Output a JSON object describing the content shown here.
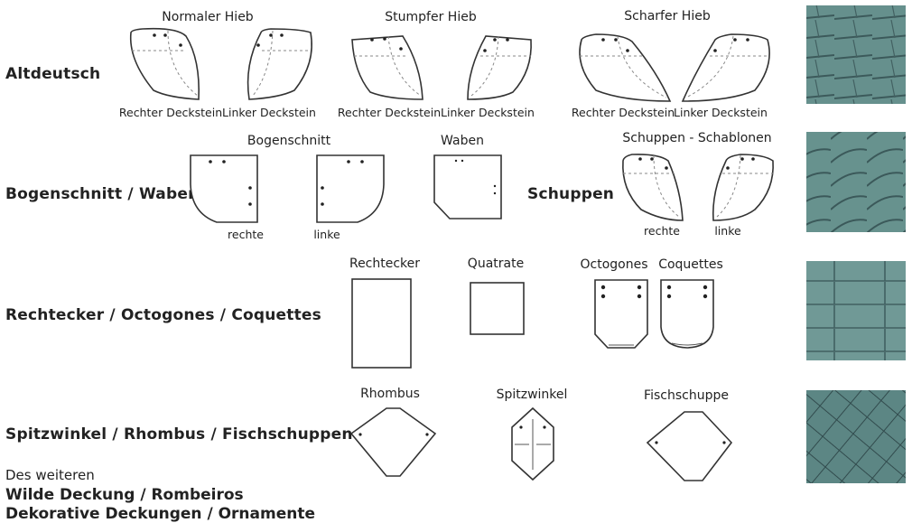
{
  "rows": {
    "altdeutsch": "Altdeutsch",
    "bogen_waben": "Bogenschnitt / Waben",
    "schuppen": "Schuppen",
    "rechtecker": "Rechtecker / Octogones / Coquettes",
    "spitzwinkel": "Spitzwinkel / Rhombus / Fischschuppen"
  },
  "altdeutsch": {
    "normal": {
      "title": "Normaler Hieb",
      "right": "Rechter Deckstein",
      "left": "Linker Deckstein"
    },
    "stumpf": {
      "title": "Stumpfer Hieb",
      "right": "Rechter Deckstein",
      "left": "Linker Deckstein"
    },
    "scharf": {
      "title": "Scharfer Hieb",
      "right": "Rechter Deckstein",
      "left": "Linker Deckstein"
    }
  },
  "bogen": {
    "title_bogenschnitt": "Bogenschnitt",
    "title_waben": "Waben",
    "title_schuppen": "Schuppen - Schablonen",
    "rechte": "rechte",
    "linke": "linke",
    "schuppen_rechte": "rechte",
    "schuppen_linke": "linke"
  },
  "rect": {
    "rechtecker": "Rechtecker",
    "quatrate": "Quatrate",
    "octogones": "Octogones",
    "coquettes": "Coquettes"
  },
  "spitz": {
    "rhombus": "Rhombus",
    "spitzwinkel": "Spitzwinkel",
    "fischschuppe": "Fischschuppe"
  },
  "footer": {
    "intro": "Des weiteren",
    "line1": "Wilde Deckung / Rombeiros",
    "line2": "Dekorative Deckungen / Ornamente"
  },
  "colors": {
    "photo_slate": "#4f7a7a",
    "photo_dark": "#2e4f52",
    "photo_light": "#8fb3b1"
  },
  "photo_icons": [
    "slate-photo-altdeutsch",
    "slate-photo-schuppen",
    "slate-photo-rechtecker",
    "slate-photo-rhombus"
  ]
}
